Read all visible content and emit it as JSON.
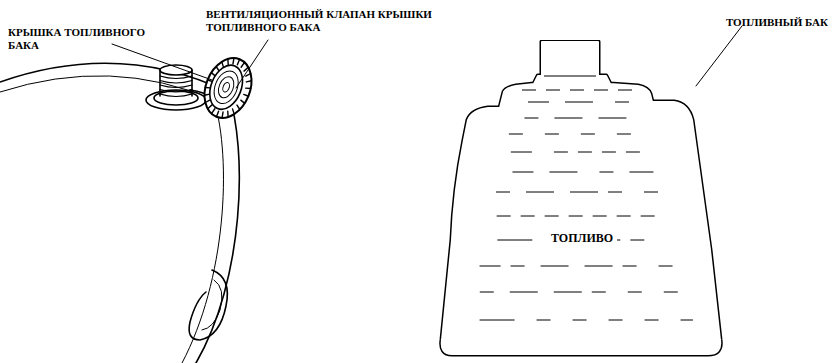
{
  "diagram": {
    "nodes": [
      {
        "text": [
          "ТОПЛИВО"
        ]
      }
    ],
    "labels": [
      "КРЫШКА ТОПЛИВНОГО БАКА",
      "ВЕНТИЛЯЦИОННЫЙ КЛАПАН КРЫШКИ ТОПЛИВНОГО БАКА",
      "ТОПЛИВНЫЙ БАК"
    ]
  }
}
